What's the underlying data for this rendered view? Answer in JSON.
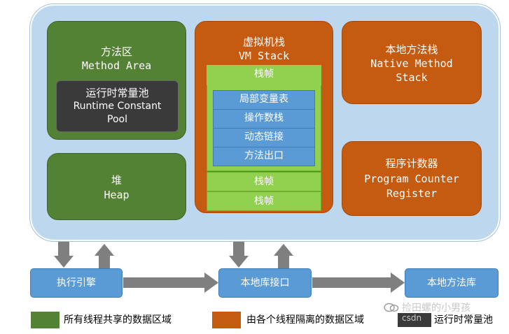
{
  "runtime_area": {
    "method_area": {
      "label_zh": "方法区",
      "label_en": "Method Area"
    },
    "constant_pool": {
      "label_zh": "运行时常量池",
      "label_en_line1": "Runtime Constant",
      "label_en_line2": "Pool"
    },
    "heap": {
      "label_zh": "堆",
      "label_en": "Heap"
    },
    "vm_stack": {
      "label_zh": "虚拟机栈",
      "label_en": "VM Stack",
      "frame_label": "栈帧",
      "frame_items": [
        "局部变量表",
        "操作数栈",
        "动态链接",
        "方法出口"
      ],
      "lower_frames": [
        "栈帧",
        "栈帧"
      ]
    },
    "native_stack": {
      "label_zh": "本地方法栈",
      "label_en_line1": "Native Method",
      "label_en_line2": "Stack"
    },
    "pc_register": {
      "label_zh": "程序计数器",
      "label_en_line1": "Program Counter",
      "label_en_line2": "Register"
    }
  },
  "bottom": {
    "execution_engine": "执行引擎",
    "native_interface": "本地库接口",
    "native_library": "本地方法库"
  },
  "legend": {
    "shared": "所有线程共享的数据区域",
    "isolated": "由各个线程隔离的数据区域",
    "constant_pool": "运行时常量池"
  },
  "watermark": {
    "text": "捡田螺的小男孩",
    "sub": "csdn"
  },
  "colors": {
    "runtime_bg": "#bdd7ee",
    "shared_green": "#548235",
    "isolated_orange": "#c55a11",
    "frame_green": "#92d050",
    "blue": "#5b9bd5",
    "arrow_gray": "#7f7f7f",
    "dark": "#3a3a3a"
  }
}
